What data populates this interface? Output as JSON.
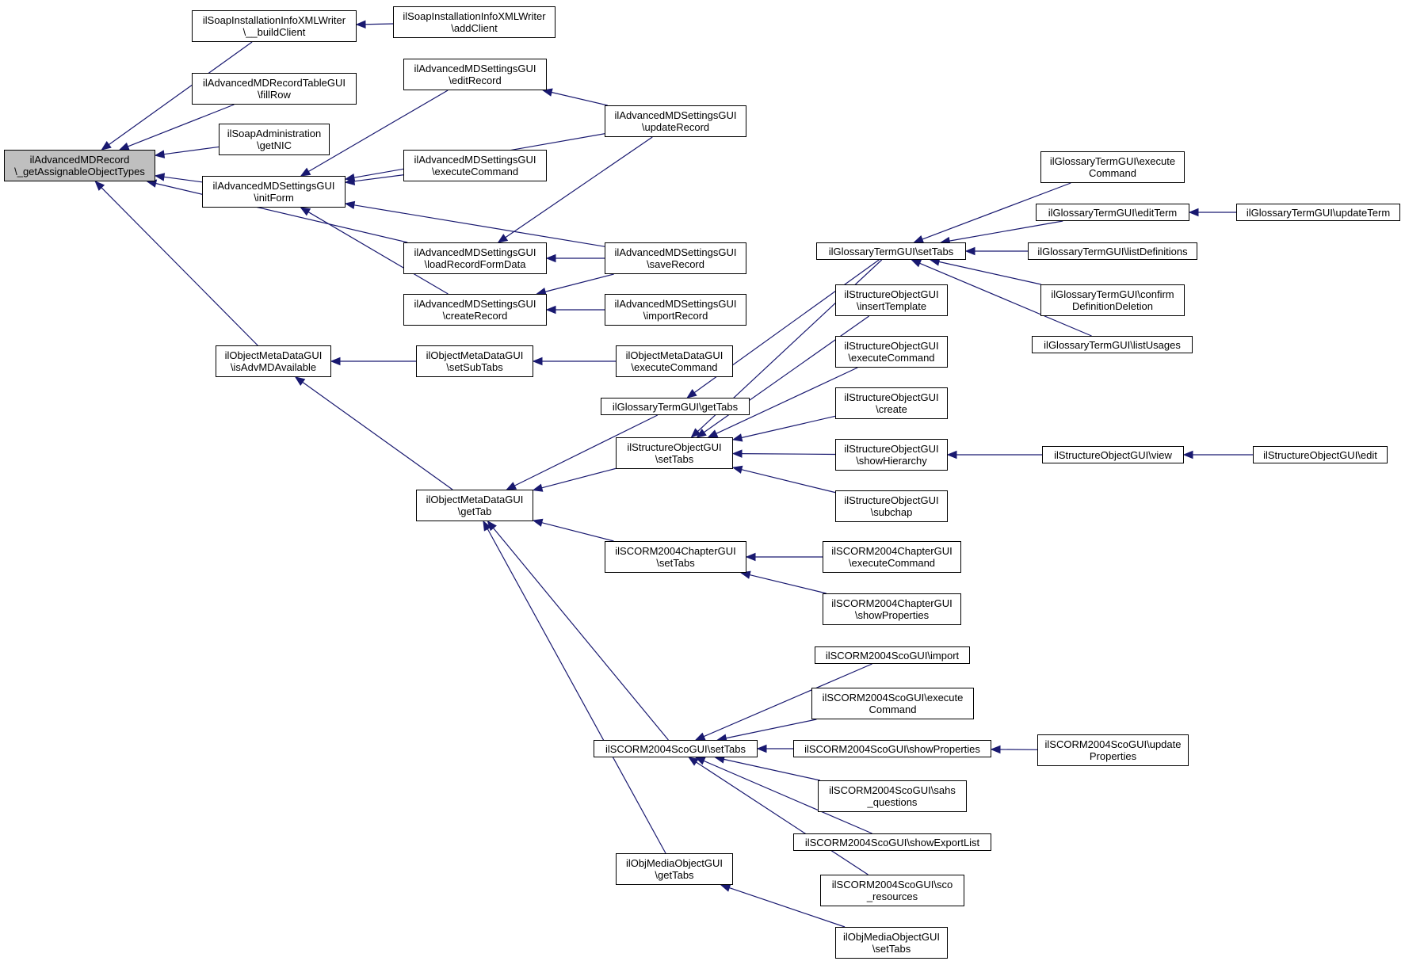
{
  "diagram": {
    "colors": {
      "edge": "#191970",
      "node_border": "#000000",
      "root_fill": "#bfbfbf",
      "node_fill": "#ffffff"
    },
    "nodes": {
      "root": {
        "label": "ilAdvancedMDRecord\n\\_getAssignableObjectTypes"
      },
      "sBuild": {
        "label": "ilSoapInstallationInfoXMLWriter\n\\__buildClient"
      },
      "sAdd": {
        "label": "ilSoapInstallationInfoXMLWriter\n\\addClient"
      },
      "fillRow": {
        "label": "ilAdvancedMDRecordTableGUI\n\\fillRow"
      },
      "getNIC": {
        "label": "ilSoapAdministration\n\\getNIC"
      },
      "initForm": {
        "label": "ilAdvancedMDSettingsGUI\n\\initForm"
      },
      "editRec": {
        "label": "ilAdvancedMDSettingsGUI\n\\editRecord"
      },
      "updRec": {
        "label": "ilAdvancedMDSettingsGUI\n\\updateRecord"
      },
      "execCmd": {
        "label": "ilAdvancedMDSettingsGUI\n\\executeCommand"
      },
      "loadRec": {
        "label": "ilAdvancedMDSettingsGUI\n\\loadRecordFormData"
      },
      "saveRec": {
        "label": "ilAdvancedMDSettingsGUI\n\\saveRecord"
      },
      "createRec": {
        "label": "ilAdvancedMDSettingsGUI\n\\createRecord"
      },
      "importRec": {
        "label": "ilAdvancedMDSettingsGUI\n\\importRecord"
      },
      "isAdv": {
        "label": "ilObjectMetaDataGUI\n\\isAdvMDAvailable"
      },
      "setSub": {
        "label": "ilObjectMetaDataGUI\n\\setSubTabs"
      },
      "omdExec": {
        "label": "ilObjectMetaDataGUI\n\\executeCommand"
      },
      "getTab": {
        "label": "ilObjectMetaDataGUI\n\\getTab"
      },
      "gtGet": {
        "label": "ilGlossaryTermGUI\\getTabs"
      },
      "gtSet": {
        "label": "ilGlossaryTermGUI\\setTabs"
      },
      "gtExec": {
        "label": "ilGlossaryTermGUI\\execute\nCommand"
      },
      "gtEdit": {
        "label": "ilGlossaryTermGUI\\editTerm"
      },
      "gtUpd": {
        "label": "ilGlossaryTermGUI\\updateTerm"
      },
      "gtList": {
        "label": "ilGlossaryTermGUI\\listDefinitions"
      },
      "gtConf": {
        "label": "ilGlossaryTermGUI\\confirm\nDefinitionDeletion"
      },
      "gtUse": {
        "label": "ilGlossaryTermGUI\\listUsages"
      },
      "soSet": {
        "label": "ilStructureObjectGUI\n\\setTabs"
      },
      "soIns": {
        "label": "ilStructureObjectGUI\n\\insertTemplate"
      },
      "soExec": {
        "label": "ilStructureObjectGUI\n\\executeCommand"
      },
      "soCreate": {
        "label": "ilStructureObjectGUI\n\\create"
      },
      "soHier": {
        "label": "ilStructureObjectGUI\n\\showHierarchy"
      },
      "soView": {
        "label": "ilStructureObjectGUI\\view"
      },
      "soEdit": {
        "label": "ilStructureObjectGUI\\edit"
      },
      "soSub": {
        "label": "ilStructureObjectGUI\n\\subchap"
      },
      "chSet": {
        "label": "ilSCORM2004ChapterGUI\n\\setTabs"
      },
      "chExec": {
        "label": "ilSCORM2004ChapterGUI\n\\executeCommand"
      },
      "chShow": {
        "label": "ilSCORM2004ChapterGUI\n\\showProperties"
      },
      "scoSet": {
        "label": "ilSCORM2004ScoGUI\\setTabs"
      },
      "scoImp": {
        "label": "ilSCORM2004ScoGUI\\import"
      },
      "scoExec": {
        "label": "ilSCORM2004ScoGUI\\execute\nCommand"
      },
      "scoShow": {
        "label": "ilSCORM2004ScoGUI\\showProperties"
      },
      "scoUpd": {
        "label": "ilSCORM2004ScoGUI\\update\nProperties"
      },
      "scoSahs": {
        "label": "ilSCORM2004ScoGUI\\sahs\n_questions"
      },
      "scoExp": {
        "label": "ilSCORM2004ScoGUI\\showExportList"
      },
      "scoRes": {
        "label": "ilSCORM2004ScoGUI\\sco\n_resources"
      },
      "moGet": {
        "label": "ilObjMediaObjectGUI\n\\getTabs"
      },
      "moSet": {
        "label": "ilObjMediaObjectGUI\n\\setTabs"
      }
    },
    "edges": [
      [
        "sBuild",
        "root"
      ],
      [
        "fillRow",
        "root"
      ],
      [
        "getNIC",
        "root"
      ],
      [
        "initForm",
        "root"
      ],
      [
        "loadRec",
        "root"
      ],
      [
        "isAdv",
        "root"
      ],
      [
        "sAdd",
        "sBuild"
      ],
      [
        "editRec",
        "initForm"
      ],
      [
        "updRec",
        "initForm"
      ],
      [
        "execCmd",
        "initForm"
      ],
      [
        "saveRec",
        "initForm"
      ],
      [
        "createRec",
        "initForm"
      ],
      [
        "updRec",
        "editRec"
      ],
      [
        "updRec",
        "loadRec"
      ],
      [
        "saveRec",
        "loadRec"
      ],
      [
        "saveRec",
        "createRec"
      ],
      [
        "importRec",
        "createRec"
      ],
      [
        "setSub",
        "isAdv"
      ],
      [
        "getTab",
        "isAdv"
      ],
      [
        "omdExec",
        "setSub"
      ],
      [
        "gtGet",
        "getTab"
      ],
      [
        "soSet",
        "getTab"
      ],
      [
        "chSet",
        "getTab"
      ],
      [
        "scoSet",
        "getTab"
      ],
      [
        "moGet",
        "getTab"
      ],
      [
        "gtSet",
        "gtGet"
      ],
      [
        "gtExec",
        "gtSet"
      ],
      [
        "gtEdit",
        "gtSet"
      ],
      [
        "gtList",
        "gtSet"
      ],
      [
        "gtConf",
        "gtSet"
      ],
      [
        "gtUse",
        "gtSet"
      ],
      [
        "gtUpd",
        "gtEdit"
      ],
      [
        "gtSet",
        "soSet"
      ],
      [
        "soIns",
        "soSet"
      ],
      [
        "soExec",
        "soSet"
      ],
      [
        "soCreate",
        "soSet"
      ],
      [
        "soHier",
        "soSet"
      ],
      [
        "soSub",
        "soSet"
      ],
      [
        "soView",
        "soHier"
      ],
      [
        "soEdit",
        "soView"
      ],
      [
        "chExec",
        "chSet"
      ],
      [
        "chShow",
        "chSet"
      ],
      [
        "scoImp",
        "scoSet"
      ],
      [
        "scoExec",
        "scoSet"
      ],
      [
        "scoShow",
        "scoSet"
      ],
      [
        "scoSahs",
        "scoSet"
      ],
      [
        "scoExp",
        "scoSet"
      ],
      [
        "scoRes",
        "scoSet"
      ],
      [
        "scoUpd",
        "scoShow"
      ],
      [
        "moSet",
        "moGet"
      ]
    ]
  }
}
